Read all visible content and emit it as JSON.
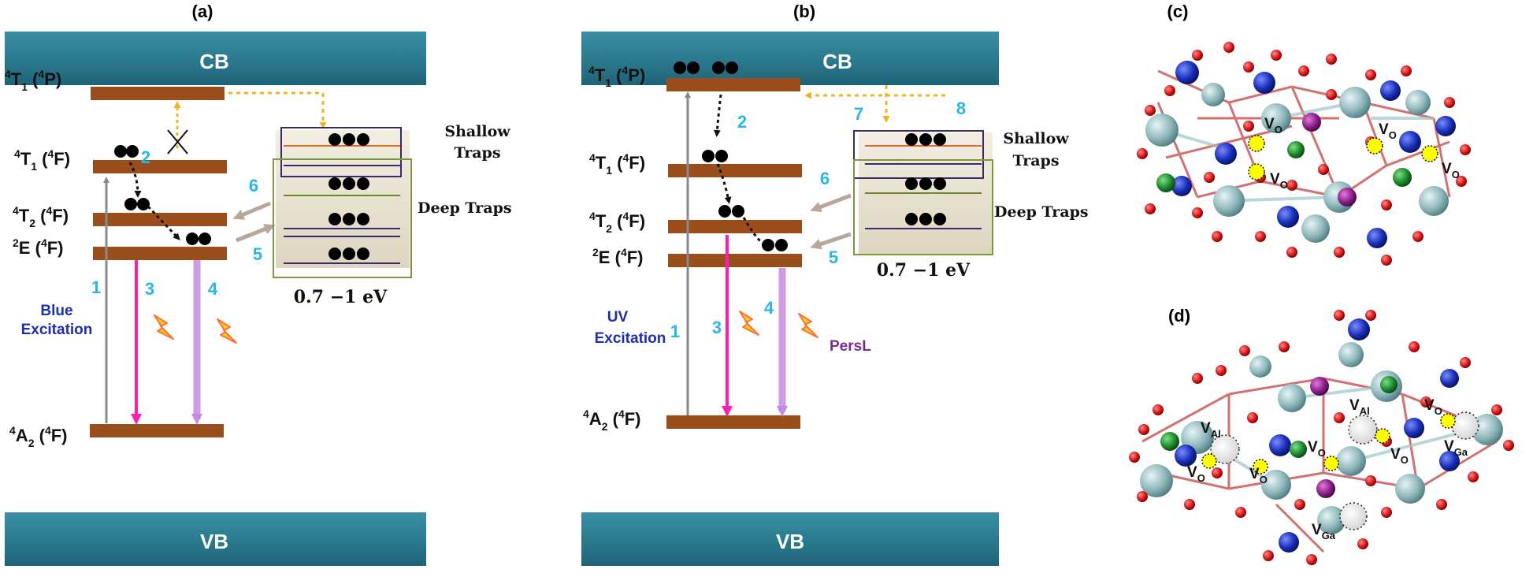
{
  "panels": {
    "a": {
      "label": "(a)"
    },
    "b": {
      "label": "(b)"
    },
    "c": {
      "label": "(c)"
    },
    "d": {
      "label": "(d)"
    }
  },
  "bands": {
    "cb": "CB",
    "vb": "VB"
  },
  "levels": {
    "t1p": {
      "main": "4",
      "sym": "T",
      "sub": "1",
      "paren_open": " (",
      "paren_sup": "4",
      "paren_close": "P)"
    },
    "t1f": {
      "main": "4",
      "sym": "T",
      "sub": "1",
      "paren_open": " (",
      "paren_sup": "4",
      "paren_close": "F)"
    },
    "t2f": {
      "main": "4",
      "sym": "T",
      "sub": "2",
      "paren_open": " (",
      "paren_sup": "4",
      "paren_close": "F)"
    },
    "e": {
      "main": "2",
      "sym": "E",
      "paren_open": " (",
      "paren_sup": "4",
      "paren_close": "F)"
    },
    "a2": {
      "main": "4",
      "sym": "A",
      "sub": "2",
      "paren_open": " (",
      "paren_sup": "4",
      "paren_close": "F)"
    }
  },
  "traps": {
    "shallow_line1": "Shallow",
    "shallow_line2": "Traps",
    "deep": "Deep Traps",
    "energy": "0.7 −1 eV"
  },
  "excitation": {
    "blue_line1": "Blue",
    "blue_line2": "Excitation",
    "uv_line1": "UV",
    "uv_line2": "Excitation",
    "persl": "PersL"
  },
  "step_numbers": {
    "n1": "1",
    "n2": "2",
    "n3": "3",
    "n4": "4",
    "n5": "5",
    "n6": "6",
    "n7": "7",
    "n8": "8"
  },
  "vacancies": {
    "vo": "V",
    "vo_sub": "O",
    "val": "V",
    "val_sub": "Al",
    "vga": "V",
    "vga_sub": "Ga"
  },
  "colors": {
    "band": "#2c7b90",
    "level": "#9a4e1c",
    "step_number": "#29b6e8",
    "excitation_text": "#1c2fb0",
    "persl_text": "#7b2a91",
    "emission_pink": "#ff1fb0",
    "emission_violet": "#c58be0",
    "orange_dotted": "#f2b425",
    "trap_box": "#3a2a6a",
    "deep_box": "#7a9a3a",
    "atom_ga": "#8fb8bc",
    "atom_o": "#d81818",
    "atom_al": "#1a2fb8",
    "atom_cr": "#8a1f88",
    "atom_zn": "#1e8a2e"
  }
}
